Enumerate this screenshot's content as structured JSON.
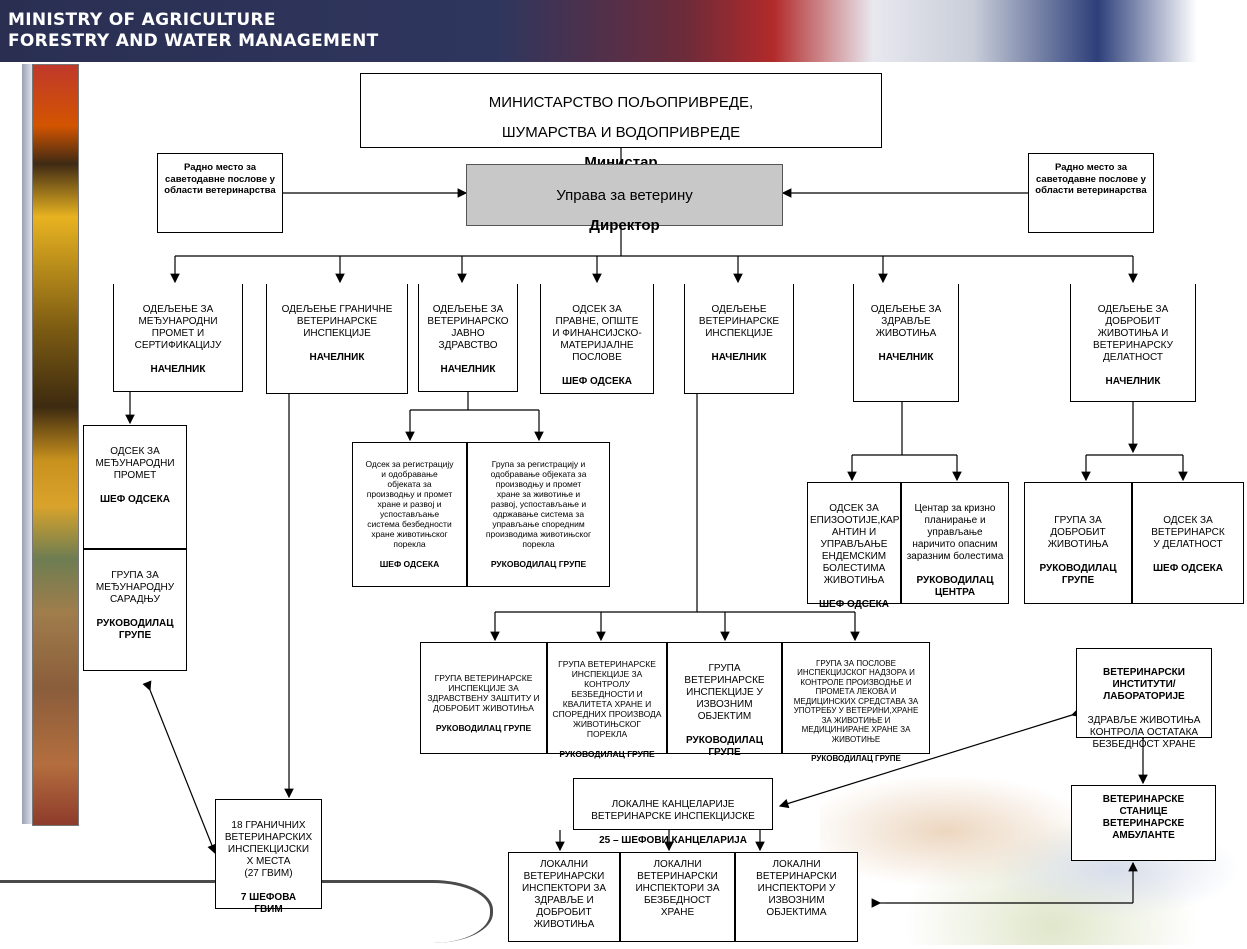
{
  "banner": {
    "line1": "MINISTRY OF AGRICULTURE",
    "line2": "FORESTRY AND WATER MANAGEMENT"
  },
  "ministry": {
    "line1": "МИНИСТАРСТВО ПОЉОПРИВРЕДЕ,",
    "line2": "ШУМАРСТВА И ВОДОПРИВРЕДЕ",
    "role": "Министар"
  },
  "directorate": {
    "title": "Управа за ветерину",
    "role": "Директор"
  },
  "advisory_left": "Радно место за саветодавне послове у области ветеринарства",
  "advisory_right": "Радно место за саветодавне послове у области ветеринарства",
  "departments": [
    {
      "title": "ОДЕЉЕЊЕ ЗА\nМЕЂУНАРОДНИ\nПРОМЕТ И\nСЕРТИФИКАЦИЈУ",
      "role": "НАЧЕЛНИК"
    },
    {
      "title": "ОДЕЉЕЊЕ ГРАНИЧНЕ\nВЕТЕРИНАРСКЕ\nИНСПЕКЦИЈЕ",
      "role": "НАЧЕЛНИК"
    },
    {
      "title": "ОДЕЉЕЊЕ ЗА\nВЕТЕРИНАРСКО\nЈАВНО\nЗДРАВСТВО",
      "role": "НАЧЕЛНИК"
    },
    {
      "title": "ОДСЕК ЗА\nПРАВНЕ, ОПШТЕ\nИ ФИНАНСИЈСКО-\nМАТЕРИЈАЛНЕ\nПОСЛОВЕ",
      "role": "ШЕФ ОДСЕКА"
    },
    {
      "title": "ОДЕЉЕЊЕ\nВЕТЕРИНАРСКЕ\nИНСПЕКЦИЈЕ",
      "role": "НАЧЕЛНИК"
    },
    {
      "title": "ОДЕЉЕЊЕ ЗА\nЗДРАВЉЕ\nЖИВОТИЊА",
      "role": "НАЧЕЛНИК"
    },
    {
      "title": "ОДЕЉЕЊЕ ЗА\nДОБРОБИТ\nЖИВОТИЊА И\nВЕТЕРИНАРСКУ\nДЕЛАТНОСТ",
      "role": "НАЧЕЛНИК"
    }
  ],
  "intl_section": {
    "title": "ОДСЕК ЗА\nМЕЂУНАРОДНИ\nПРОМЕТ",
    "role": "ШЕФ ОДСЕКА"
  },
  "intl_group": {
    "title": "ГРУПА ЗА\nМЕЂУНАРОДНУ\nСАРАДЊУ",
    "role": "РУКОВОДИЛАЦ\nГРУПЕ"
  },
  "border_units": {
    "title": "18 ГРАНИЧНИХ\nВЕТЕРИНАРСКИХ\nИНСПЕКЦИЈСКИ\nХ МЕСТА\n(27 ГВИМ)",
    "role": "7 ШЕФОВА\nГВИМ"
  },
  "ph_section": {
    "title": "Одсек за регистрацију\nи одобравање\nобјеката за\nпроизводњу и промет\nхране и развој и\nуспостављање\nсистема безбедности\nхране животињског\nпорекла",
    "role": "ШЕФ ОДСЕКА"
  },
  "ph_group": {
    "title": "Група за регистрацију и\nодобравање објеката за\nпроизводњу и промет\nхране за животиње и\nразвој, успостављање и\nодржавање система за\nуправљање споредним\nпроизводима животињског\nпорекла",
    "role": "РУКОВОДИЛАЦ ГРУПЕ"
  },
  "ah_section": {
    "title": "ОДСЕК ЗА\nЕПИЗООТИЈЕ,КАР\nАНТИН И\nУПРАВЉАЊЕ\nЕНДЕМСКИМ\nБОЛЕСТИМА\nЖИВОТИЊА",
    "role": "ШЕФ ОДСЕКА"
  },
  "ah_center": {
    "title": "Центар за кризно\nпланирање и\nуправљање\nнаричито опасним\nзаразним болестима",
    "role": "РУКОВОДИЛАЦ\nЦЕНТРА"
  },
  "welfare_group": {
    "title": "ГРУПА ЗА\nДОБРОБИТ\nЖИВОТИЊА",
    "role": "РУКОВОДИЛАЦ\nГРУПЕ"
  },
  "welfare_section": {
    "title": "ОДСЕК ЗА\nВЕТЕРИНАРСК\nУ ДЕЛАТНОСТ",
    "role": "ШЕФ ОДСЕКА"
  },
  "inspection_groups": [
    {
      "title": "ГРУПА ВЕТЕРИНАРСКЕ\nИНСПЕКЦИЈЕ ЗА\nЗДРАВСТВЕНУ ЗАШТИТУ И\nДОБРОБИТ ЖИВОТИЊА",
      "role": "РУКОВОДИЛАЦ ГРУПЕ"
    },
    {
      "title": "ГРУПА ВЕТЕРИНАРСКЕ\nИНСПЕКЦИЈЕ ЗА\nКОНТРОЛУ\nБЕЗБЕДНОСТИ И\nКВАЛИТЕТА ХРАНЕ И\nСПОРЕДНИХ ПРОИЗВОДА\nЖИВОТИЊСКОГ\nПОРЕКЛА",
      "role": "РУКОВОДИЛАЦ ГРУПЕ"
    },
    {
      "title": "ГРУПА\nВЕТЕРИНАРСКЕ\nИНСПЕКЦИЈЕ У\nИЗВОЗНИМ\nОБЈЕКТИМ",
      "role": "РУКОВОДИЛАЦ\nГРУПЕ"
    },
    {
      "title": "ГРУПА ЗА ПОСЛОВЕ\nИНСПЕКЦИЈСКОГ НАДЗОРА И\nКОНТРОЛЕ ПРОИЗВОДЊЕ И\nПРОМЕТА ЛЕКОВА И\nМЕДИЦИНСКИХ СРЕДСТАВА ЗА\nУПОТРЕБУ У ВЕТЕРИНИ,ХРАНЕ\nЗА ЖИВОТИЊЕ И\nМЕДИЦИНИРАНЕ ХРАНЕ ЗА\nЖИВОТИЊЕ",
      "role": "РУКОВОДИЛАЦ ГРУПЕ"
    }
  ],
  "local_offices": {
    "title": "ЛОКАЛНЕ КАНЦЕЛАРИЈЕ\nВЕТЕРИНАРСКЕ ИНСПЕКЦИЈСКЕ",
    "role": "25 – ШЕФОВИ КАНЦЕЛАРИЈА"
  },
  "local_inspectors": [
    {
      "title": "ЛОКАЛНИ\nВЕТЕРИНАРСКИ\nИНСПЕКТОРИ ЗА\nЗДРАВЉЕ И\nДОБРОБИТ\nЖИВОТИЊА"
    },
    {
      "title": "ЛОКАЛНИ\nВЕТЕРИНАРСКИ\nИНСПЕКТОРИ ЗА\nБЕЗБЕДНОСТ\nХРАНЕ"
    },
    {
      "title": "ЛОКАЛНИ\nВЕТЕРИНАРСКИ\nИНСПЕКТОРИ У\nИЗВОЗНИМ\nОБЈЕКТИМА"
    }
  ],
  "institutes": {
    "title": "ВЕТЕРИНАРСКИ\nИНСТИТУТИ/\nЛАБОРАТОРИЈЕ",
    "sub": "ЗДРАВЉЕ ЖИВОТИЊА\nКОНТРОЛА ОСТАТАКА\nБЕЗБЕДНОСТ ХРАНЕ"
  },
  "stations": {
    "title": "ВЕТЕРИНАРСКЕ\nСТАНИЦЕ\nВЕТЕРИНАРСКЕ\nАМБУЛАНТЕ"
  }
}
